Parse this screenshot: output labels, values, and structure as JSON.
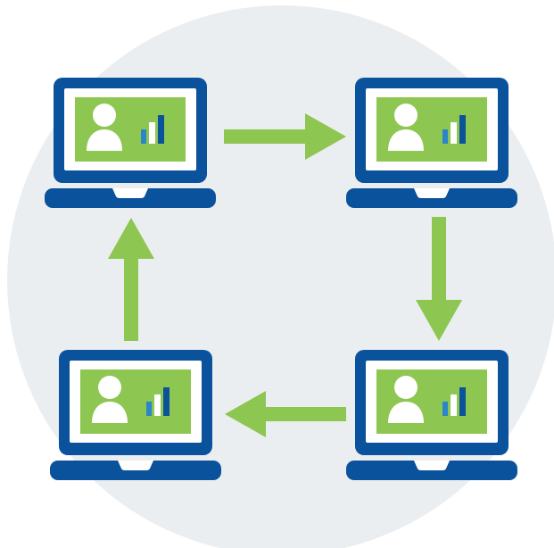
{
  "colors": {
    "background": "#ffffff",
    "circle": "#EBEEF1",
    "laptop_frame": "#0A529C",
    "screen_bezel": "#ffffff",
    "screen_fill": "#8DC650",
    "person": "#ffffff",
    "arrow": "#8DC650",
    "bar_blue": "#2A86C9",
    "bar_white": "#ffffff",
    "bar_dark": "#0A529C"
  },
  "diagram": {
    "nodes": [
      {
        "id": "laptop-top-left",
        "icon": "laptop-icon",
        "screen_icons": [
          "user-icon",
          "bar-chart-icon"
        ]
      },
      {
        "id": "laptop-top-right",
        "icon": "laptop-icon",
        "screen_icons": [
          "user-icon",
          "bar-chart-icon"
        ]
      },
      {
        "id": "laptop-bottom-right",
        "icon": "laptop-icon",
        "screen_icons": [
          "user-icon",
          "bar-chart-icon"
        ]
      },
      {
        "id": "laptop-bottom-left",
        "icon": "laptop-icon",
        "screen_icons": [
          "user-icon",
          "bar-chart-icon"
        ]
      }
    ],
    "edges": [
      {
        "from": "laptop-top-left",
        "to": "laptop-top-right",
        "direction": "right"
      },
      {
        "from": "laptop-top-right",
        "to": "laptop-bottom-right",
        "direction": "down"
      },
      {
        "from": "laptop-bottom-right",
        "to": "laptop-bottom-left",
        "direction": "left"
      },
      {
        "from": "laptop-bottom-left",
        "to": "laptop-top-left",
        "direction": "up"
      }
    ]
  }
}
